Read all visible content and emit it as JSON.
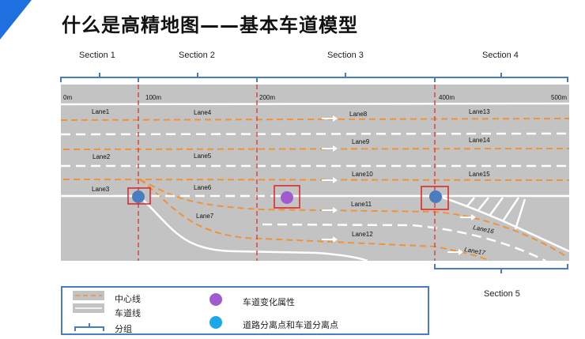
{
  "title": "什么是高精地图——基本车道模型",
  "sections": [
    "Section 1",
    "Section 2",
    "Section 3",
    "Section 4",
    "Section 5"
  ],
  "distances": [
    "0m",
    "100m",
    "200m",
    "400m",
    "500m"
  ],
  "lanes": [
    "Lane1",
    "Lane2",
    "Lane3",
    "Lane4",
    "Lane5",
    "Lane6",
    "Lane7",
    "Lane8",
    "Lane9",
    "Lane10",
    "Lane11",
    "Lane12",
    "Lane13",
    "Lane14",
    "Lane15",
    "Lane16",
    "Lane17"
  ],
  "legend": {
    "center_line": "中心线",
    "lane_line": "车道线",
    "group": "分组",
    "lane_change": "车道变化属性",
    "split_point": "道路分离点和车道分离点"
  },
  "colors": {
    "road": "#c3c3c3",
    "center": "#f0923a",
    "split": "#4a7cc0",
    "change": "#a05bd0",
    "legend_split": "#1aa8ea",
    "box": "#e02020"
  }
}
